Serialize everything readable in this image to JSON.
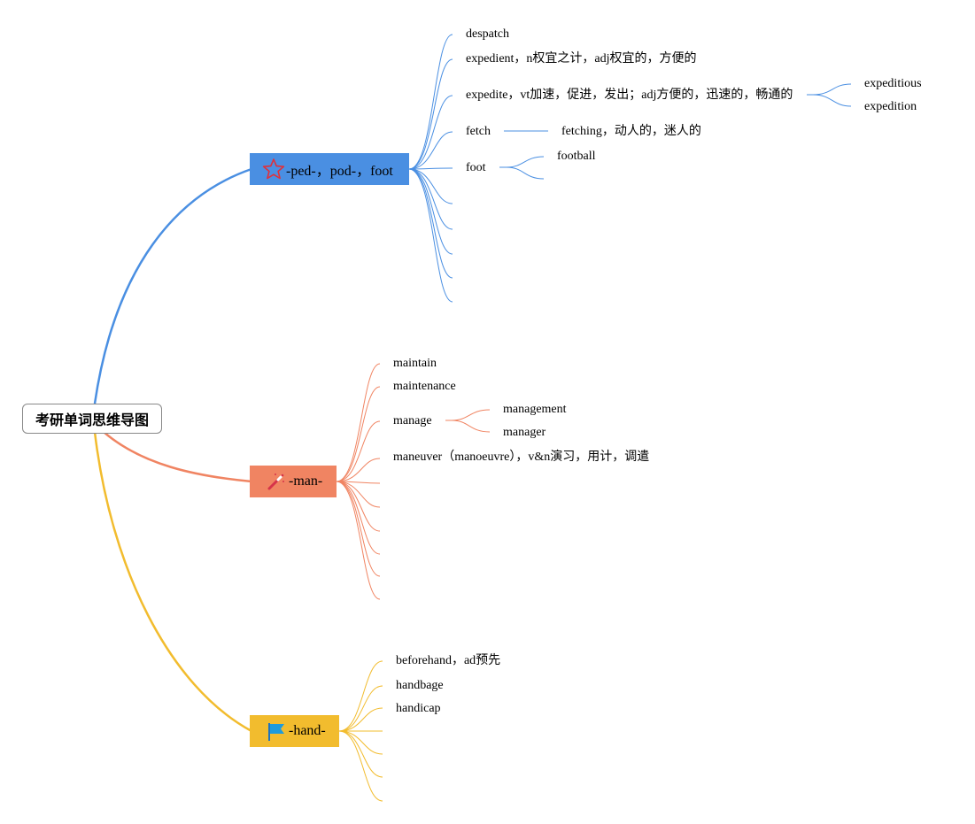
{
  "root": {
    "label": "考研单词思维导图"
  },
  "colors": {
    "ped": "#4A8FE2",
    "man": "#F08462",
    "hand": "#F2BC2E"
  },
  "branches": {
    "ped": {
      "label": "-ped-，pod-，foot",
      "icon": "star-icon",
      "items": {
        "despatch": "despatch",
        "expedient": "expedient，n权宜之计，adj权宜的，方便的",
        "expedite": "expedite，vt加速，促进，发出；adj方便的，迅速的，畅通的",
        "expeditious": "expeditious",
        "expedition": "expedition",
        "fetch": "fetch",
        "fetching": "fetching，动人的，迷人的",
        "foot": "foot",
        "football": "football"
      }
    },
    "man": {
      "label": "-man-",
      "icon": "magic-wand-icon",
      "items": {
        "maintain": "maintain",
        "maintenance": "maintenance",
        "manage": "manage",
        "management": "management",
        "manager": "manager",
        "maneuver": "maneuver（manoeuvre），v&n演习，用计，调遣"
      }
    },
    "hand": {
      "label": "-hand-",
      "icon": "flag-icon",
      "items": {
        "beforehand": "beforehand，ad预先",
        "handbage": "handbage",
        "handicap": "handicap"
      }
    }
  }
}
